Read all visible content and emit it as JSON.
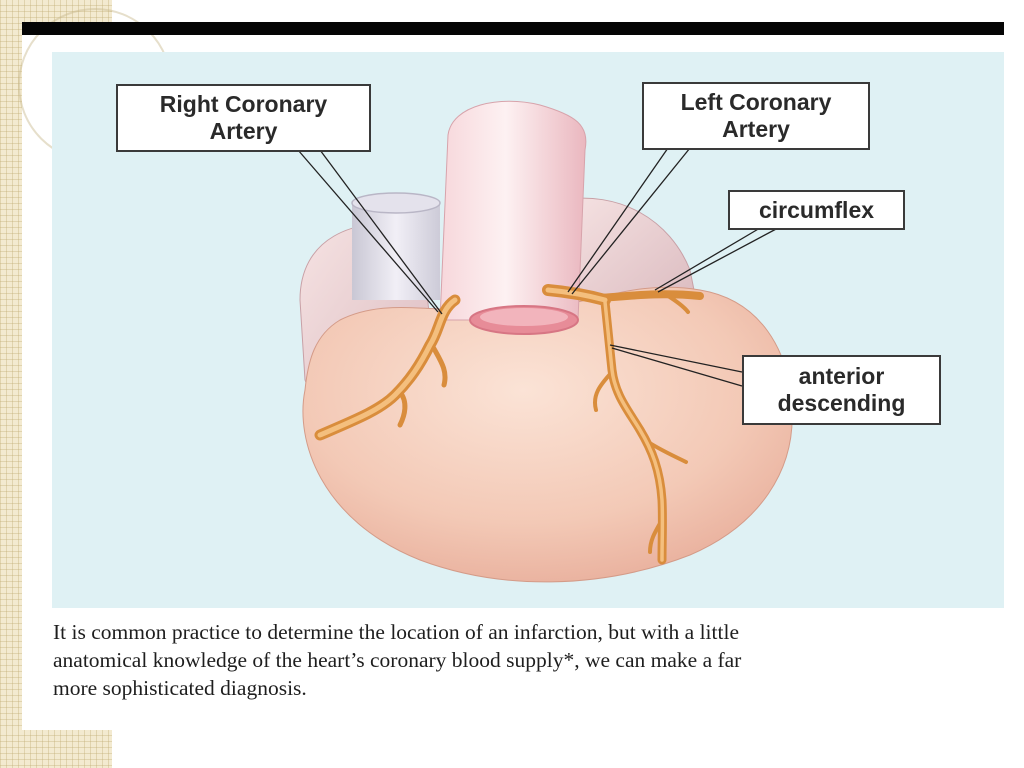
{
  "labels": {
    "right_coronary": [
      "Right Coronary",
      "Artery"
    ],
    "left_coronary": [
      "Left Coronary",
      "Artery"
    ],
    "circumflex": "circumflex",
    "anterior_descending": [
      "anterior",
      "descending"
    ]
  },
  "caption": [
    "It is common practice to determine the location of an infarction, but with a little",
    "anatomical knowledge of the heart’s coronary blood supply*, we can make a far",
    "more sophisticated diagnosis."
  ],
  "colors": {
    "background_panel": "#dff1f4",
    "heart": "#f3c9b6",
    "artery": "#e9a85a",
    "top_bar": "#050505"
  }
}
